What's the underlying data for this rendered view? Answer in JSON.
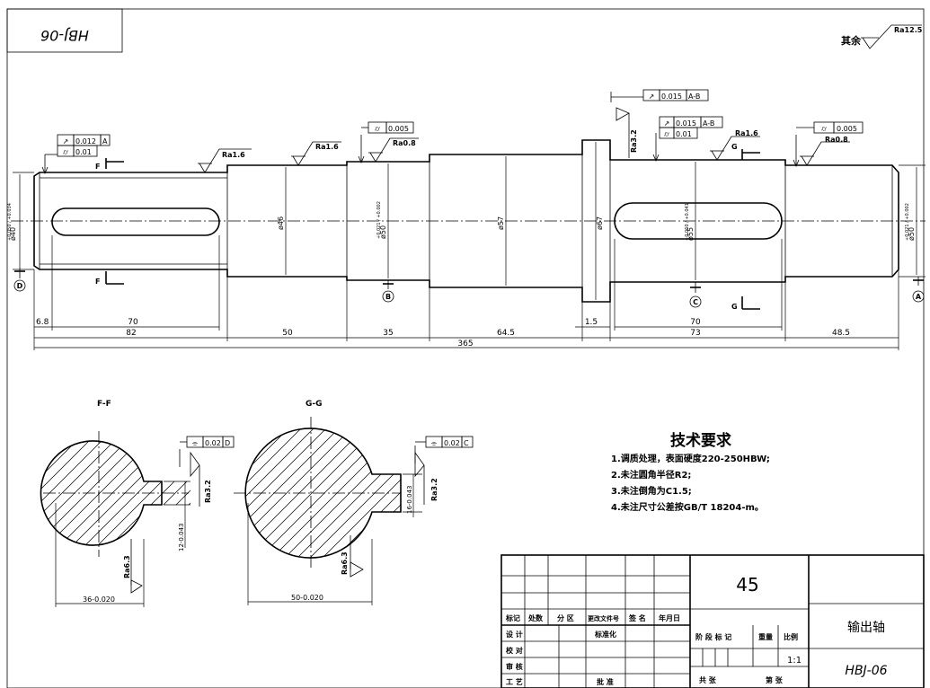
{
  "drawing_number_rotated": "HBJ-06",
  "surface_default": {
    "prefix": "其余",
    "value": "Ra12.5"
  },
  "tolerances": {
    "left_runout": "0.012",
    "left_runout_datum": "A",
    "left_cyl": "0.01",
    "mid_cyl": "0.005",
    "shoulder_runout": "0.015",
    "shoulder_runout_datum": "A-B",
    "right_runout": "0.015",
    "right_runout_datum": "A-B",
    "right_cyl": "0.01",
    "far_right_cyl": "0.005",
    "sym_ff": "0.02",
    "sym_ff_datum": "D",
    "sym_gg": "0.02",
    "sym_gg_datum": "C"
  },
  "roughness": {
    "r1": "Ra1.6",
    "r2": "Ra1.6",
    "r3": "Ra0.8",
    "r4": "Ra3.2",
    "r5": "Ra1.6",
    "r6": "Ra0.8",
    "r7": "Ra3.2",
    "r8": "Ra6.3",
    "r9": "Ra3.2",
    "r10": "Ra6.3"
  },
  "diameters": {
    "d40": "ø40",
    "d40_tol": "+0.050 / +0.034",
    "d46": "ø46",
    "d50": "ø50",
    "d50_tol": "+0.021 / +0.002",
    "d57": "ø57",
    "d67": "ø67",
    "d55": "ø55",
    "d55_tol": "+0.060 / +0.041",
    "d50r": "ø50",
    "d50r_tol": "+0.021 / +0.002"
  },
  "datums": [
    "D",
    "B",
    "C",
    "A"
  ],
  "section_marks": {
    "f": "F",
    "g": "G"
  },
  "lengths": {
    "l68": "6.8",
    "l70a": "70",
    "l82": "82",
    "l50": "50",
    "l35": "35",
    "l645": "64.5",
    "l15": "1.5",
    "l70b": "70",
    "l73": "73",
    "l485": "48.5",
    "l365": "365"
  },
  "sections": {
    "ff_title": "F-F",
    "gg_title": "G-G",
    "ff_width": "36-0.020",
    "ff_depth": "12-0.043",
    "gg_width": "50-0.020",
    "gg_depth": "16-0.043"
  },
  "tech": {
    "title": "技术要求",
    "items": [
      "1.调质处理，表面硬度220-250HBW;",
      "2.未注圆角半径R2;",
      "3.未注倒角为C1.5;",
      "4.未注尺寸公差按GB/T 18204-m。"
    ]
  },
  "titleblock": {
    "material": "45",
    "part_name": "输出轴",
    "drawing_no": "HBJ-06",
    "scale": "1:1",
    "h_mark": "标记",
    "h_count": "处数",
    "h_zone": "分 区",
    "h_doc": "更改文件号",
    "h_sign": "签 名",
    "h_date": "年月日",
    "r_design": "设 计",
    "r_std": "标准化",
    "r_check": "校 对",
    "r_review": "审 核",
    "r_process": "工 艺",
    "r_approve": "批 准",
    "h_stage": "阶 段 标 记",
    "h_weight": "重量",
    "h_scale": "比例",
    "h_total": "共   张",
    "h_sheet": "第   张"
  }
}
